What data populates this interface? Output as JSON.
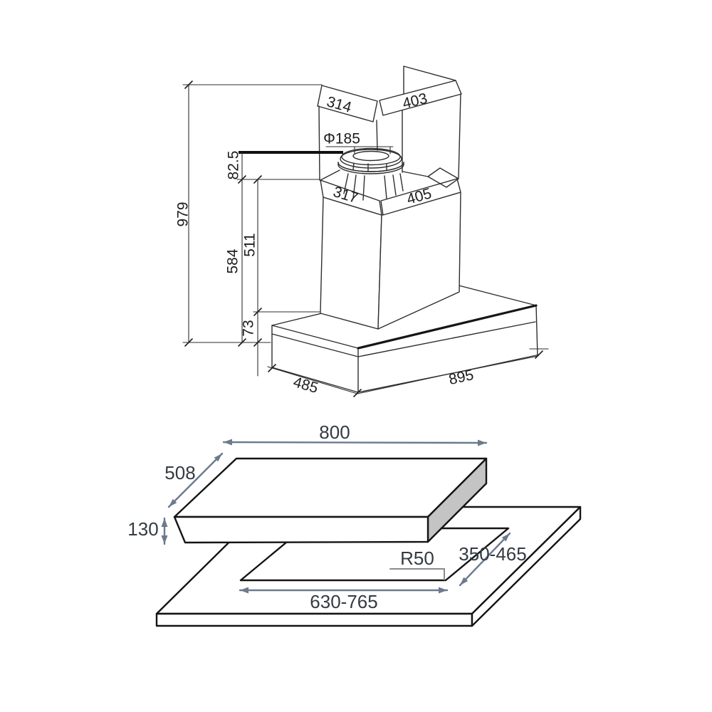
{
  "hood": {
    "name": "chimney-hood-dimension-drawing",
    "top_section_left": "314",
    "top_section_right": "403",
    "duct_diameter": "Φ185",
    "duct_collar_height": "82.5",
    "mid_section_left": "317",
    "mid_section_right": "405",
    "total_height": "979",
    "height_shoulder_to_canopy_bottom": "584",
    "height_shoulder_to_canopy_top": "511",
    "canopy_thickness": "73",
    "canopy_depth": "485",
    "canopy_width": "895"
  },
  "hob": {
    "name": "hob-cutout-dimension-drawing",
    "width": "800",
    "depth": "508",
    "thickness": "130",
    "cutout_corner_radius": "R50",
    "cutout_depth_range": "350-465",
    "cutout_width_range": "630-765"
  },
  "colors": {
    "hood_line": "#2e2e2e",
    "hob_outline": "#141414",
    "dimension_arrow": "#6b7a8d",
    "dimension_label": "#333b41",
    "shaded_face": "#c4c4c4",
    "background": "#ffffff"
  }
}
